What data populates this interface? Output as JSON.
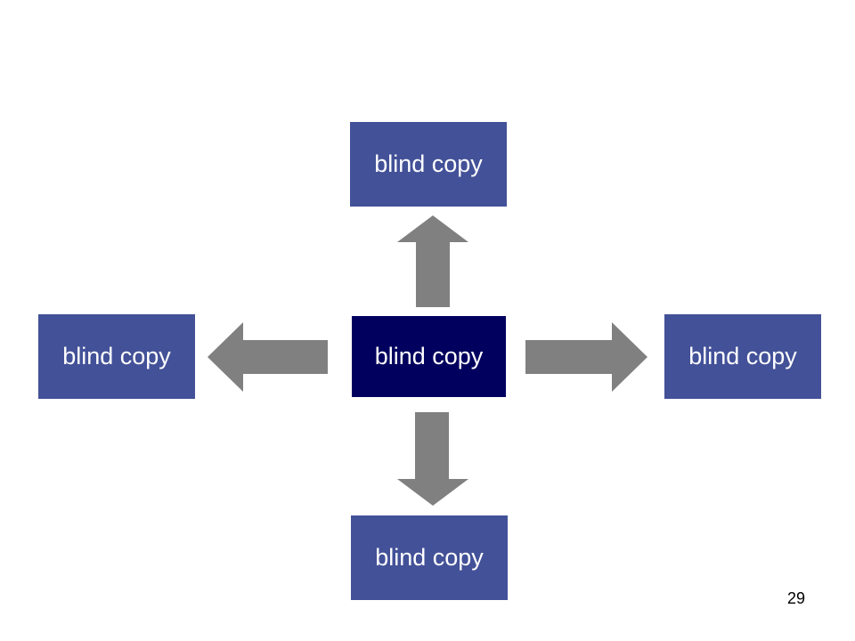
{
  "colors": {
    "outer_box": "#435198",
    "center_box": "#01005e",
    "arrow": "#808080"
  },
  "diagram": {
    "center": {
      "label": "blind copy"
    },
    "top": {
      "label": "blind copy"
    },
    "left": {
      "label": "blind copy"
    },
    "right": {
      "label": "blind copy"
    },
    "bottom": {
      "label": "blind copy"
    }
  },
  "page_number": "29"
}
